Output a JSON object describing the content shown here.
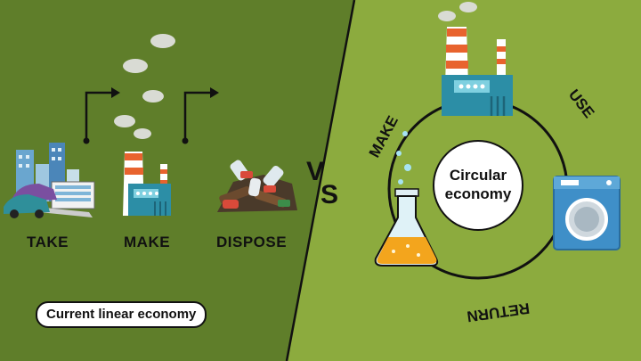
{
  "left_panel": {
    "steps": [
      "TAKE",
      "MAKE",
      "DISPOSE"
    ],
    "caption": "Current linear economy"
  },
  "versus": {
    "v": "V",
    "s": "S"
  },
  "right_panel": {
    "center_line1": "Circular",
    "center_line2": "economy",
    "cycle_labels": {
      "make": "MAKE",
      "use": "USE",
      "return": "RETURN"
    }
  },
  "colors": {
    "left_bg": "#5f7e2a",
    "right_bg": "#8cab3e",
    "factory_teal": "#2c8ea6",
    "stripe_orange": "#e8632e",
    "smoke_grey": "#d9dbd4",
    "washer_blue": "#3f8fc8",
    "flask_liquid": "#f3a51d"
  }
}
